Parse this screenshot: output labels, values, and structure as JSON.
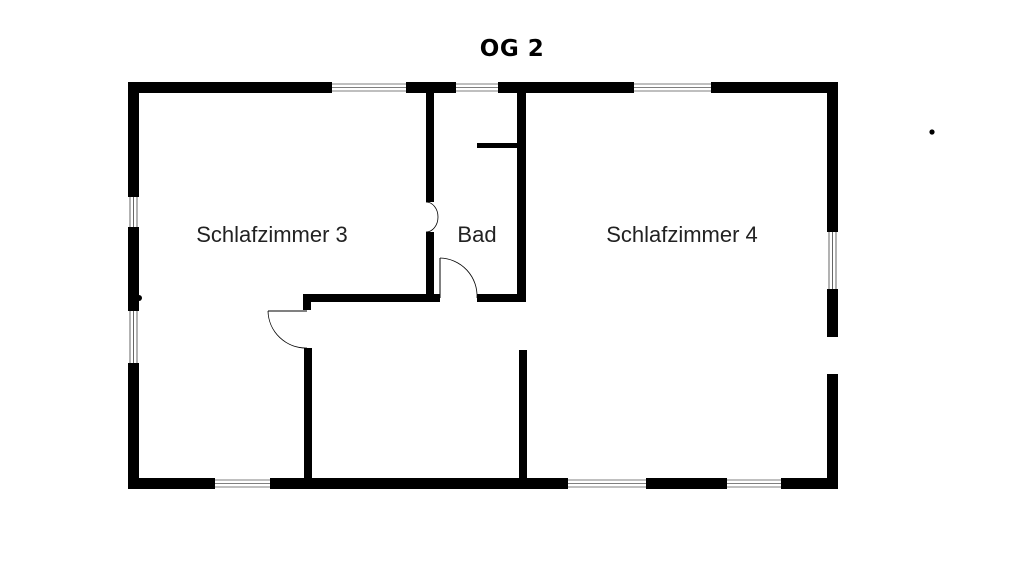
{
  "title": "OG 2",
  "rooms": [
    {
      "id": "schlafzimmer-3",
      "label": "Schlafzimmer 3"
    },
    {
      "id": "bad",
      "label": "Bad"
    },
    {
      "id": "schlafzimmer-4",
      "label": "Schlafzimmer 4"
    }
  ],
  "colors": {
    "wall": "#000000",
    "background": "#ffffff",
    "label_text": "#222222"
  }
}
